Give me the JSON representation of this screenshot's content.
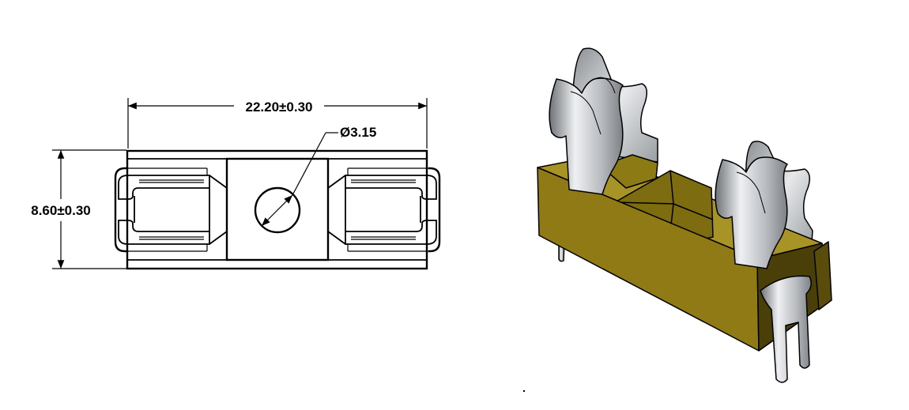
{
  "drawing": {
    "left_view": {
      "width_dimension": "22.20±0.30",
      "height_dimension": "8.60±0.30",
      "hole_diameter": "Ø3.15"
    },
    "colors": {
      "housing_front": "#8f7a16",
      "housing_top": "#a89426",
      "housing_dark": "#4a3f08",
      "clip_metal": "#b9bcc0",
      "clip_highlight": "#eef0f2",
      "clip_shadow": "#6e7276"
    },
    "icons": [
      "fuse-holder-top-view",
      "fuse-holder-3d-view"
    ]
  }
}
